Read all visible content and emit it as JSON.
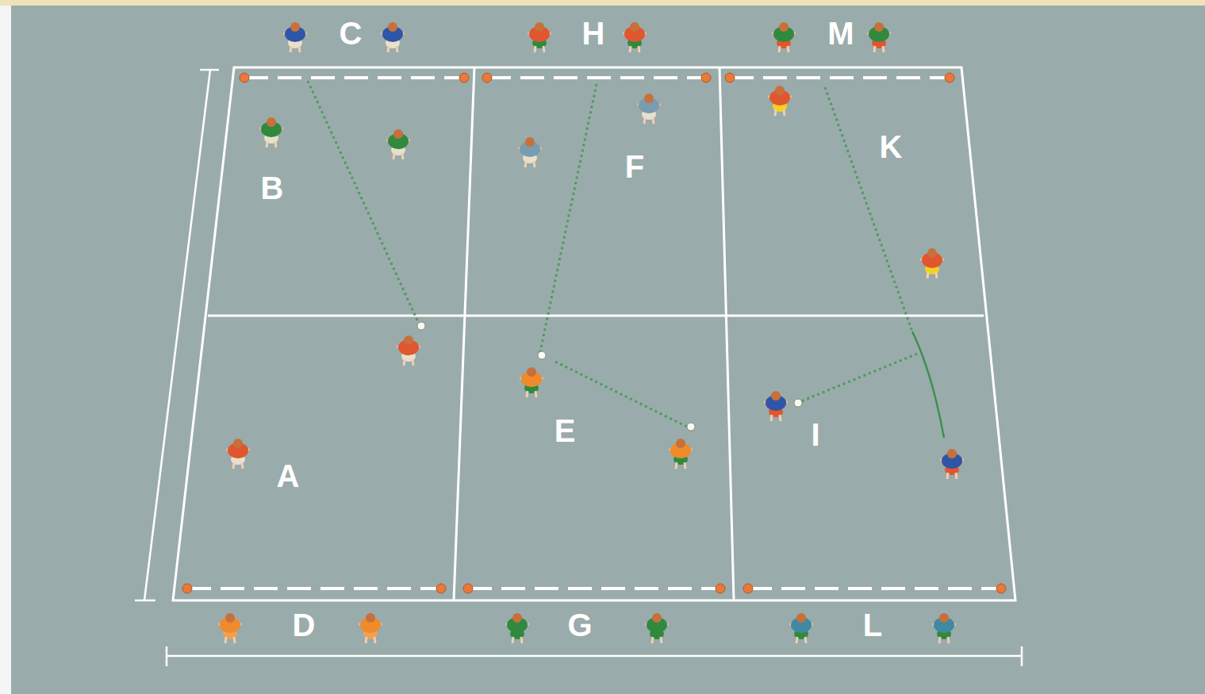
{
  "diagram": {
    "labels": [
      "C",
      "H",
      "M",
      "B",
      "F",
      "K",
      "A",
      "E",
      "I",
      "D",
      "G",
      "L"
    ]
  }
}
